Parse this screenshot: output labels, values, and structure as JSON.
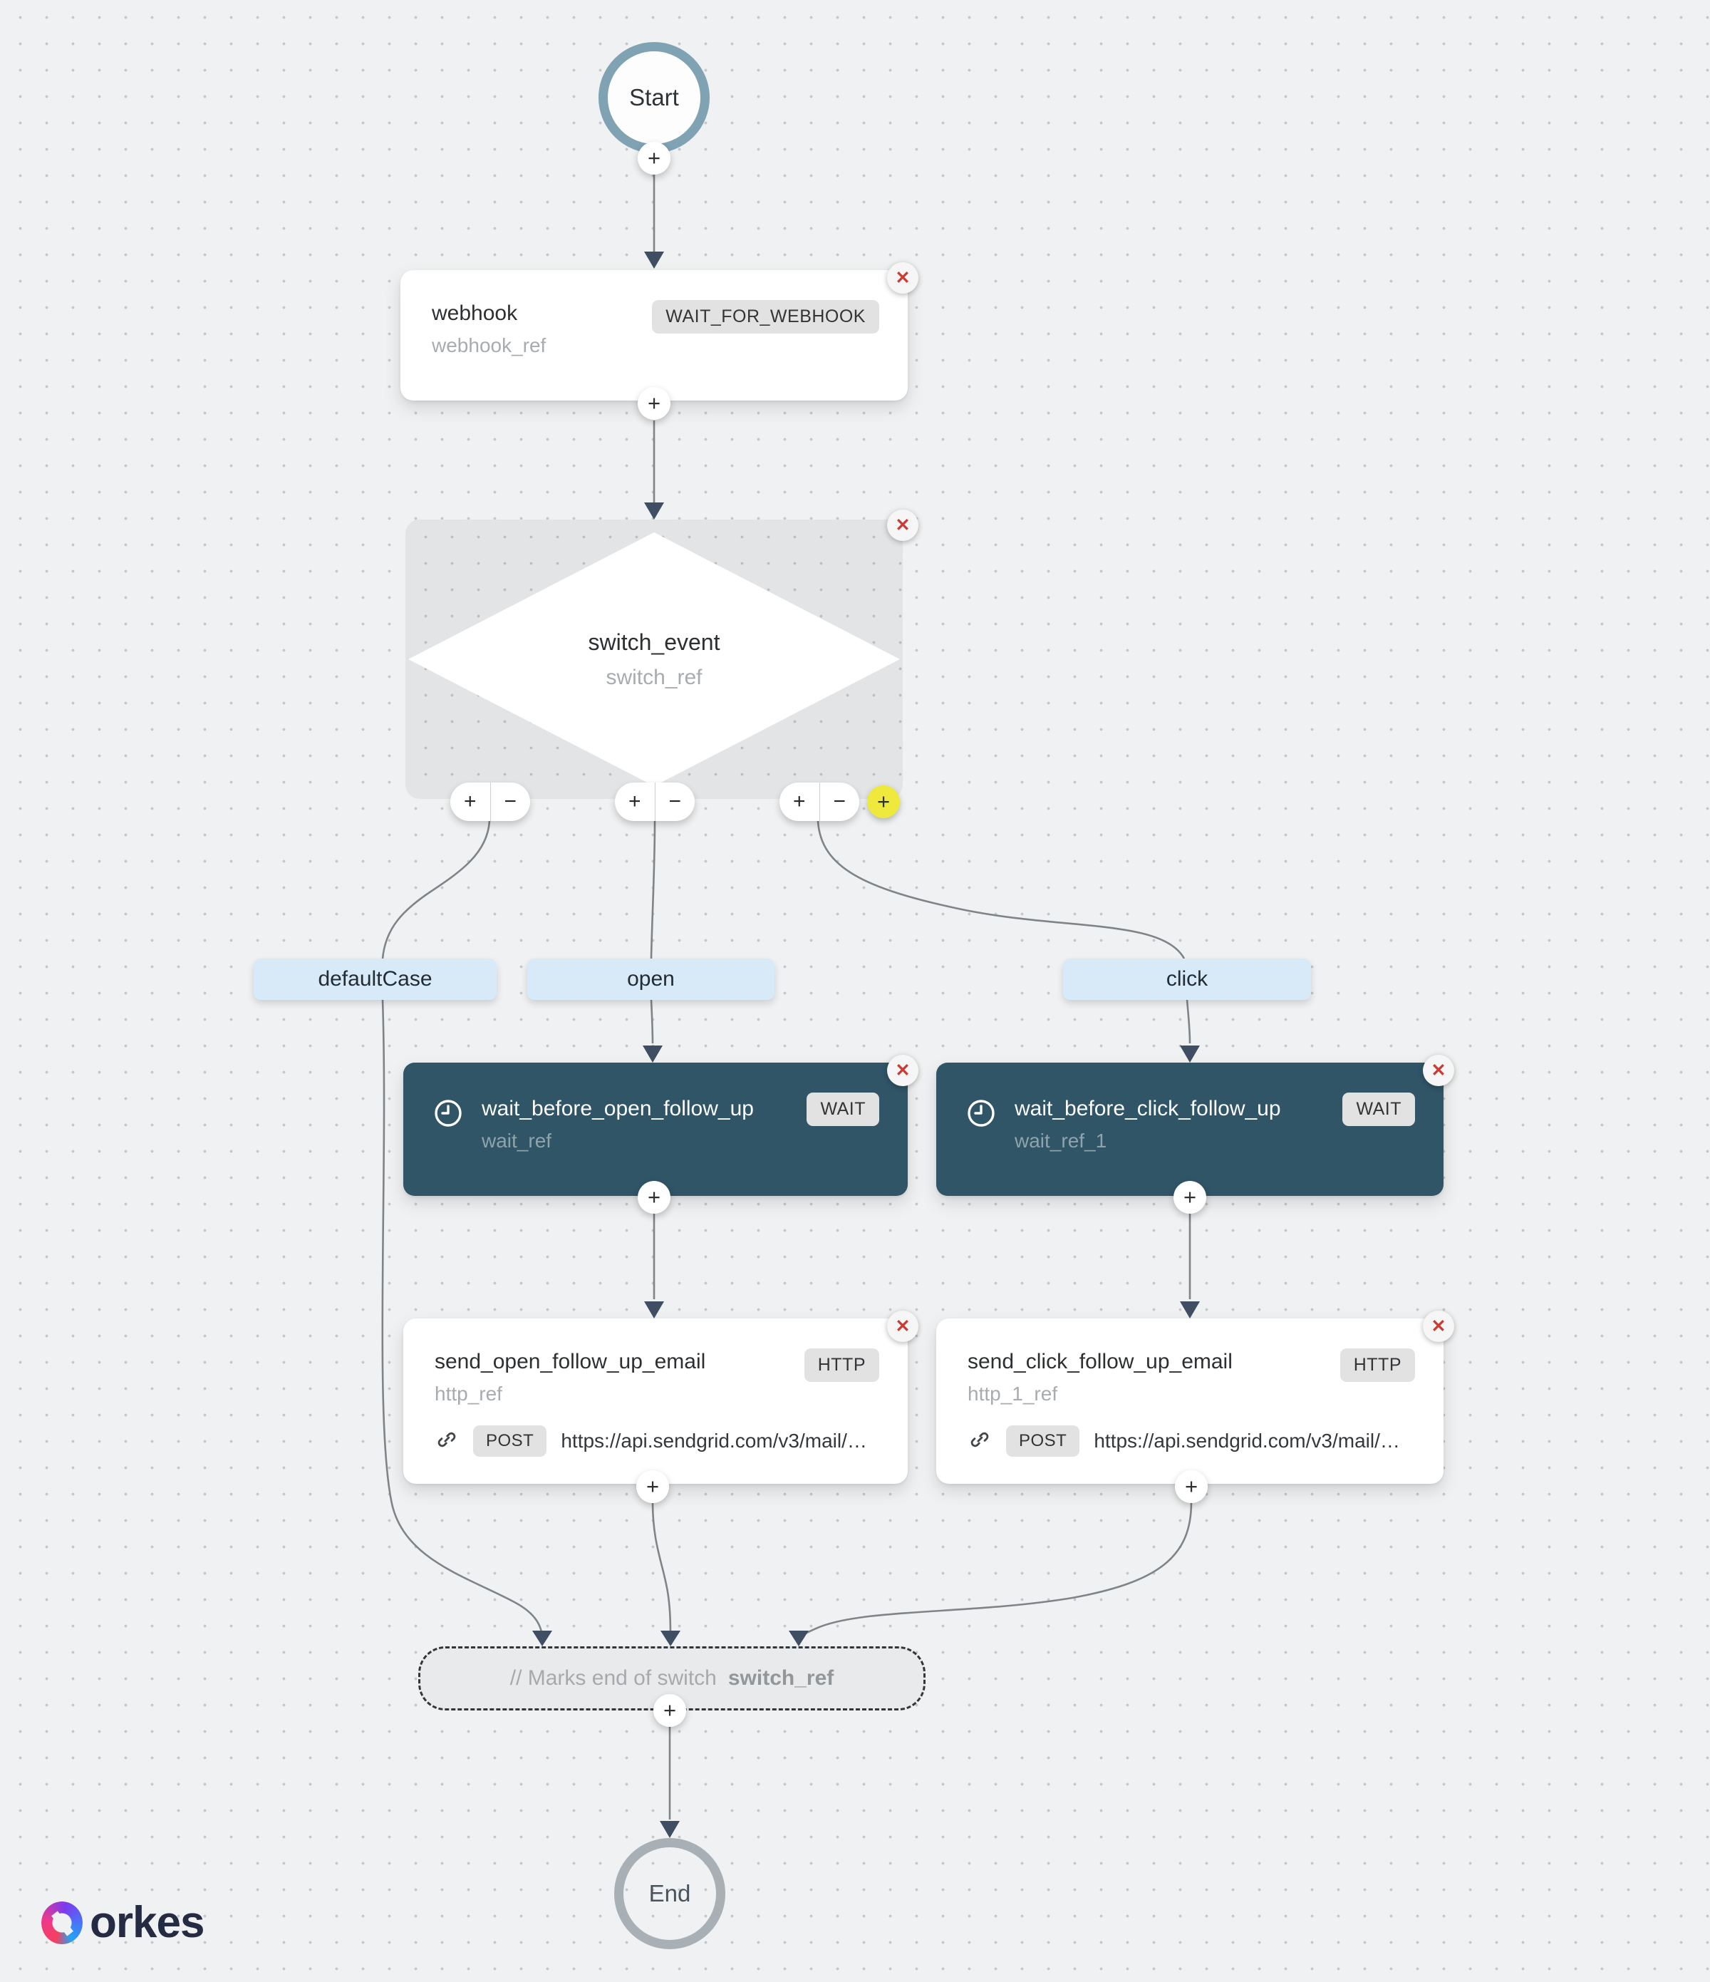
{
  "start_node": {
    "label": "Start"
  },
  "end_node": {
    "label": "End"
  },
  "tasks": {
    "webhook": {
      "name": "webhook",
      "ref": "webhook_ref",
      "badge": "WAIT_FOR_WEBHOOK"
    },
    "switch": {
      "name": "switch_event",
      "ref": "switch_ref"
    },
    "wait_open": {
      "name": "wait_before_open_follow_up",
      "ref": "wait_ref",
      "badge": "WAIT"
    },
    "wait_click": {
      "name": "wait_before_click_follow_up",
      "ref": "wait_ref_1",
      "badge": "WAIT"
    },
    "http_open": {
      "name": "send_open_follow_up_email",
      "ref": "http_ref",
      "badge": "HTTP",
      "method": "POST",
      "url": "https://api.sendgrid.com/v3/mail/…"
    },
    "http_click": {
      "name": "send_click_follow_up_email",
      "ref": "http_1_ref",
      "badge": "HTTP",
      "method": "POST",
      "url": "https://api.sendgrid.com/v3/mail/…"
    }
  },
  "case_labels": {
    "default": "defaultCase",
    "open": "open",
    "click": "click"
  },
  "switch_end": {
    "prefix": "// Marks end of switch",
    "ref": "switch_ref"
  },
  "controls": {
    "plus": "+",
    "minus": "−",
    "close": "✕"
  },
  "brand": {
    "wordmark": "orkes"
  },
  "colors": {
    "wait_task_bg": "#2f5566",
    "case_label_bg": "#d8eaf8",
    "start_border": "#7fa3b3",
    "end_border": "#a9b0b5",
    "add_case_highlight": "#efe93d",
    "close_red": "#cc3b33",
    "arrow": "#3f4e63",
    "edge": "#7f8489"
  }
}
